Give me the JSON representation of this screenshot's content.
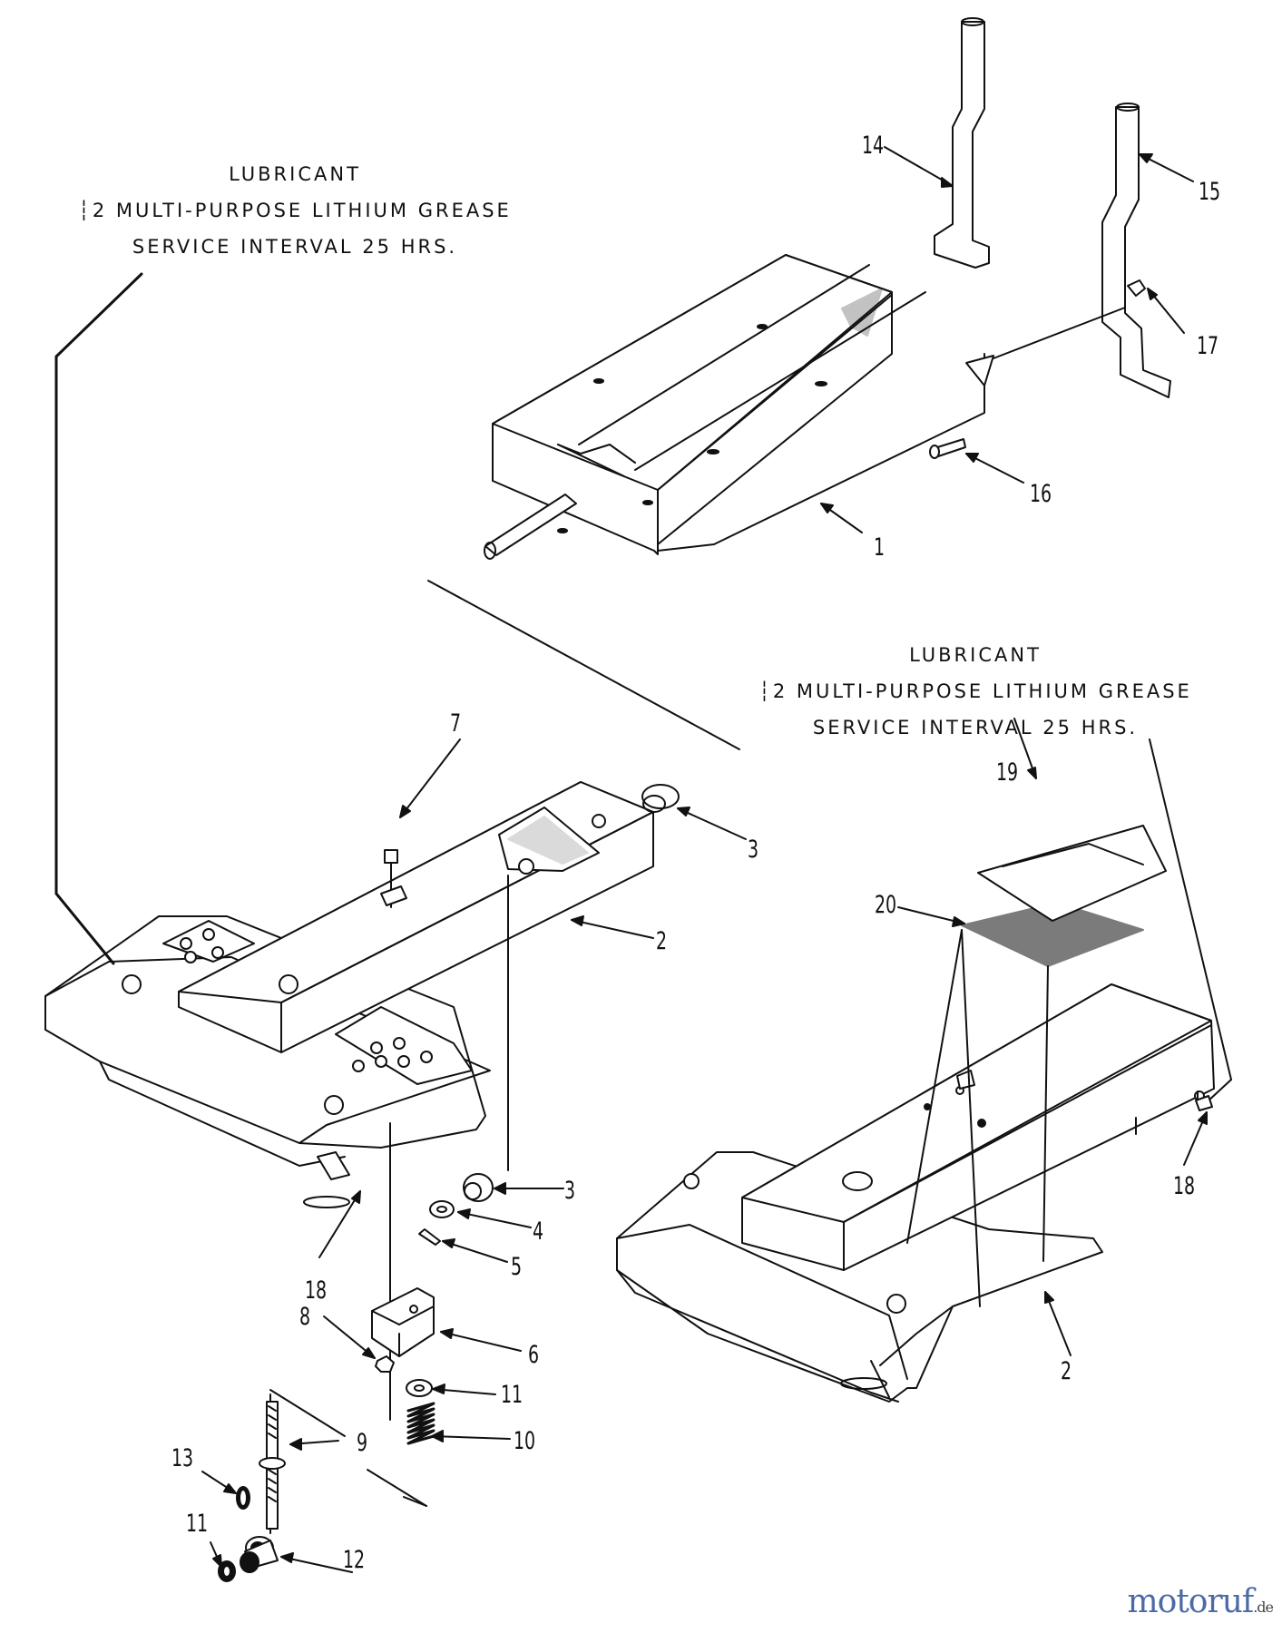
{
  "lubricant_notes": [
    {
      "title": "LUBRICANT",
      "line1": "┆2 MULTI-PURPOSE LITHIUM GREASE",
      "line2": "SERVICE INTERVAL 25 HRS."
    },
    {
      "title": "LUBRICANT",
      "line1": "┆2 MULTI-PURPOSE LITHIUM GREASE",
      "line2": "SERVICE INTERVAL 25 HRS."
    }
  ],
  "callouts": {
    "c1": "1",
    "c2a": "2",
    "c2b": "2",
    "c3a": "3",
    "c3b": "3",
    "c4": "4",
    "c5": "5",
    "c6": "6",
    "c7": "7",
    "c8": "8",
    "c9": "9",
    "c10": "10",
    "c11a": "11",
    "c11b": "11",
    "c12": "12",
    "c13": "13",
    "c14": "14",
    "c15": "15",
    "c16": "16",
    "c17": "17",
    "c18a": "18",
    "c18b": "18",
    "c19": "19",
    "c20": "20"
  },
  "watermark": {
    "brand": "motoruf",
    "tld": ".de"
  }
}
